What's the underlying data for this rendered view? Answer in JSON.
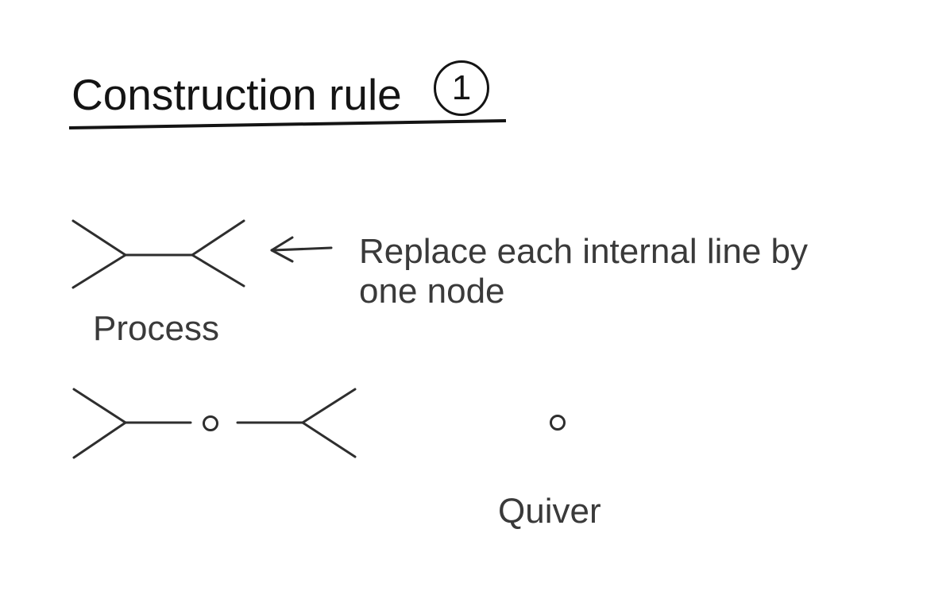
{
  "page": {
    "title": "Construction rule",
    "title_number": "1",
    "background_color": "#ffffff"
  },
  "colors": {
    "title_ink": "#141414",
    "stroke_ink": "#2e2e2e",
    "label_text": "#3a3a3a"
  },
  "annotation": {
    "arrow_icon": "left-arrow",
    "line1": "Replace each internal line by",
    "line2": "one node"
  },
  "figures": {
    "process": {
      "label": "Process",
      "shape": "x-diagram-with-internal-line"
    },
    "quiver": {
      "label": "Quiver",
      "node_icon": "open-circle"
    }
  }
}
